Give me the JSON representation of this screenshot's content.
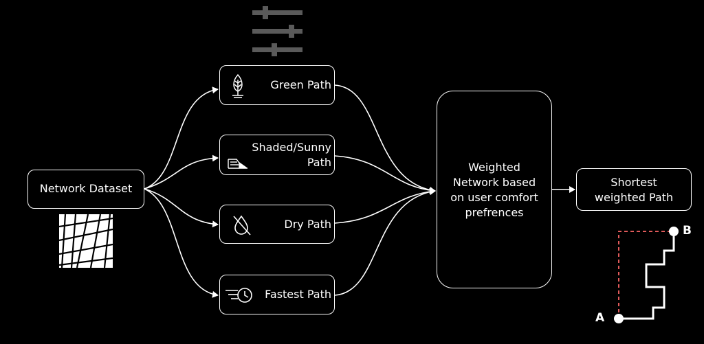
{
  "nodes": {
    "network_dataset": "Network Dataset",
    "green_path": "Green Path",
    "shaded_path_line1": "Shaded/Sunny",
    "shaded_path_line2": "Path",
    "dry_path": "Dry Path",
    "fastest_path": "Fastest Path",
    "weighted_line1": "Weighted",
    "weighted_line2": "Network based",
    "weighted_line3": "on user comfort",
    "weighted_line4": "prefrences",
    "shortest_line1": "Shortest",
    "shortest_line2": "weighted Path"
  },
  "route": {
    "start": "A",
    "end": "B"
  },
  "icons": {
    "settings": "sliders-icon",
    "green": "tree-icon",
    "shaded": "sun-shade-icon",
    "dry": "no-rain-icon",
    "fastest": "fast-clock-icon",
    "network": "street-grid-icon"
  },
  "colors": {
    "background": "#000000",
    "line": "#ffffff",
    "dashed": "#e05a5a",
    "slider": "#5a5a5a"
  }
}
